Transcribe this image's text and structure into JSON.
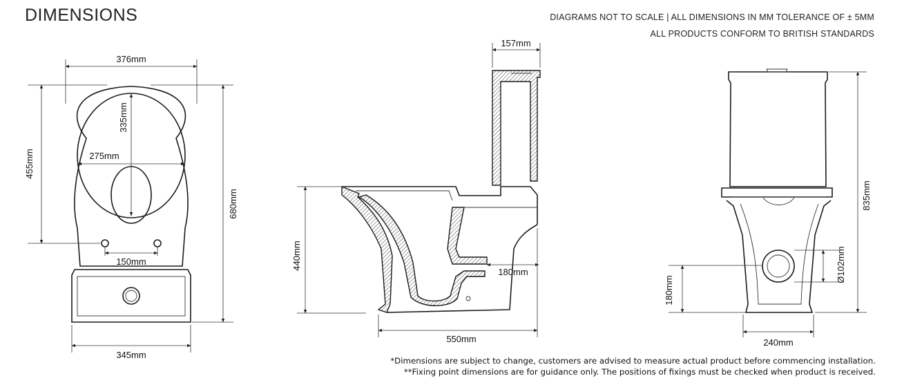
{
  "header": {
    "title": "DIMENSIONS",
    "note_line1": "DIAGRAMS NOT TO SCALE | ALL DIMENSIONS IN MM TOLERANCE OF ± 5MM",
    "note_line2": "ALL PRODUCTS CONFORM TO BRITISH STANDARDS"
  },
  "top_view": {
    "overall_width": "376mm",
    "inner_height": "335mm",
    "inner_width": "275mm",
    "bowl_length": "455mm",
    "overall_length": "680mm",
    "fixing_centres": "150mm",
    "base_width": "345mm"
  },
  "side_view": {
    "cistern_depth": "157mm",
    "seat_height": "440mm",
    "outlet_height": "180mm",
    "overall_depth": "550mm"
  },
  "front_view": {
    "overall_height": "835mm",
    "outlet_diameter": "Ø102mm",
    "outlet_height": "180mm",
    "base_width": "240mm"
  },
  "footnotes": {
    "line1": "*Dimensions are subject to change, customers are advised to measure actual product before commencing installation.",
    "line2": "**Fixing point dimensions are for guidance only. The positions of fixings must be checked when product is received."
  }
}
